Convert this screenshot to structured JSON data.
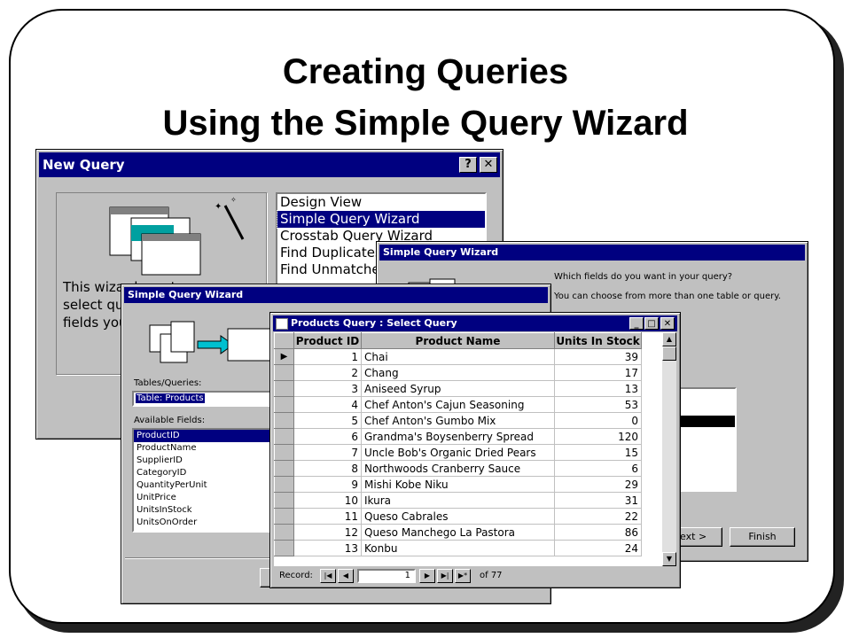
{
  "slide": {
    "title_line1": "Creating Queries",
    "title_line2": "Using the Simple Query Wizard"
  },
  "new_query": {
    "title": "New Query",
    "help_btn": "?",
    "close_btn": "✕",
    "description": "This wizard creates a select query from the fields you pick.",
    "options": [
      "Design View",
      "Simple Query Wizard",
      "Crosstab Query Wizard",
      "Find Duplicates Query Wizard",
      "Find Unmatched Query Wizard"
    ]
  },
  "wizard_right": {
    "title": "Simple Query Wizard",
    "question": "Which fields do you want in your query?",
    "hint": "You can choose from more than one table or query.",
    "next_label": "Next >",
    "finish_label": "Finish"
  },
  "wizard_left": {
    "title": "Simple Query Wizard",
    "tables_label": "Tables/Queries:",
    "tables_value": "Table: Products",
    "fields_label": "Available Fields:",
    "fields": [
      "ProductID",
      "ProductName",
      "SupplierID",
      "CategoryID",
      "QuantityPerUnit",
      "UnitPrice",
      "UnitsInStock",
      "UnitsOnOrder"
    ]
  },
  "datasheet": {
    "title": "Products Query : Select Query",
    "columns": [
      "Product ID",
      "Product Name",
      "Units In Stock"
    ],
    "rows": [
      {
        "id": "1",
        "name": "Chai",
        "stock": "39"
      },
      {
        "id": "2",
        "name": "Chang",
        "stock": "17"
      },
      {
        "id": "3",
        "name": "Aniseed Syrup",
        "stock": "13"
      },
      {
        "id": "4",
        "name": "Chef Anton's Cajun Seasoning",
        "stock": "53"
      },
      {
        "id": "5",
        "name": "Chef Anton's Gumbo Mix",
        "stock": "0"
      },
      {
        "id": "6",
        "name": "Grandma's Boysenberry Spread",
        "stock": "120"
      },
      {
        "id": "7",
        "name": "Uncle Bob's Organic Dried Pears",
        "stock": "15"
      },
      {
        "id": "8",
        "name": "Northwoods Cranberry Sauce",
        "stock": "6"
      },
      {
        "id": "9",
        "name": "Mishi Kobe Niku",
        "stock": "29"
      },
      {
        "id": "10",
        "name": "Ikura",
        "stock": "31"
      },
      {
        "id": "11",
        "name": "Queso Cabrales",
        "stock": "22"
      },
      {
        "id": "12",
        "name": "Queso Manchego La Pastora",
        "stock": "86"
      },
      {
        "id": "13",
        "name": "Konbu",
        "stock": "24"
      }
    ],
    "record_label": "Record:",
    "record_value": "1",
    "record_of": "of  77"
  }
}
